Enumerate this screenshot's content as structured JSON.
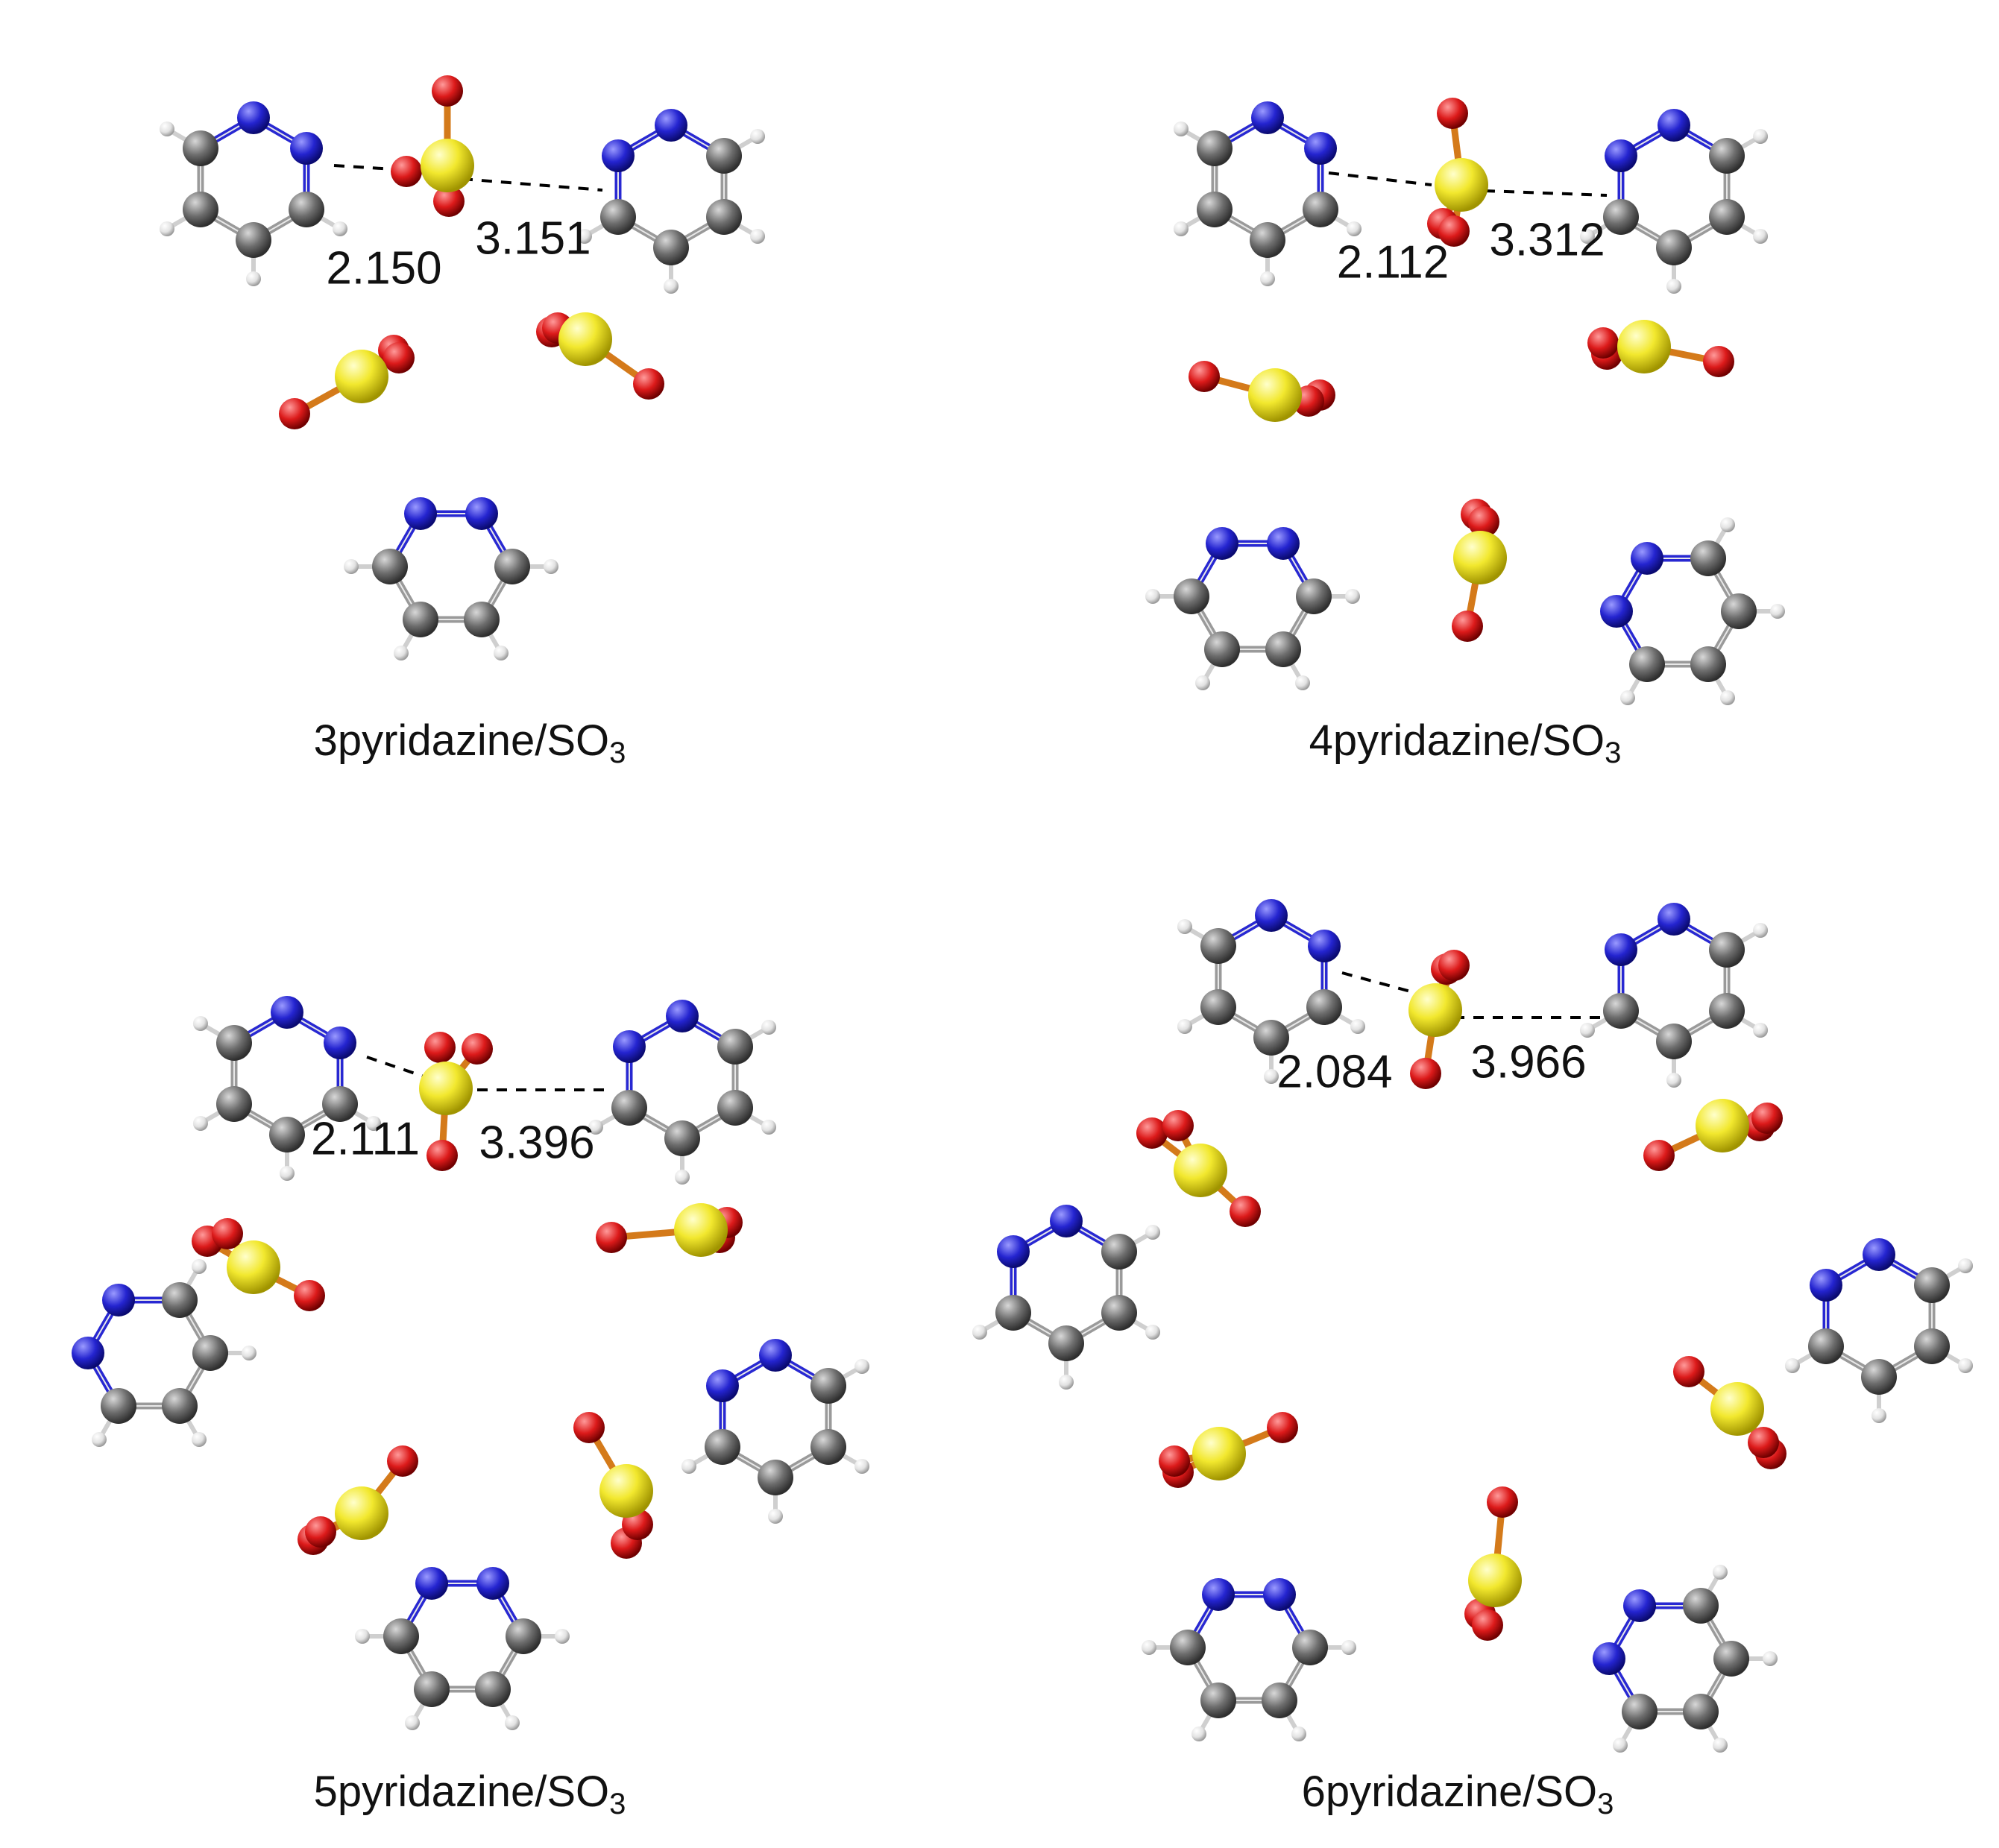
{
  "colors": {
    "carbon": "#6e6e6e",
    "nitrogen": "#2828d2",
    "hydrogen": "#e6e6e6",
    "sulfur": "#f0e632",
    "oxygen": "#dc1e1e",
    "bond_orange": "#d47a1a",
    "dash": "#000000"
  },
  "panels": [
    {
      "label_main": "3pyridazine/SO",
      "label_sub": "3",
      "distances": [
        "2.150",
        "3.151"
      ]
    },
    {
      "label_main": "4pyridazine/SO",
      "label_sub": "3",
      "distances": [
        "2.112",
        "3.312"
      ]
    },
    {
      "label_main": "5pyridazine/SO",
      "label_sub": "3",
      "distances": [
        "2.111",
        "3.396"
      ]
    },
    {
      "label_main": "6pyridazine/SO",
      "label_sub": "3",
      "distances": [
        "2.084",
        "3.966"
      ]
    }
  ]
}
